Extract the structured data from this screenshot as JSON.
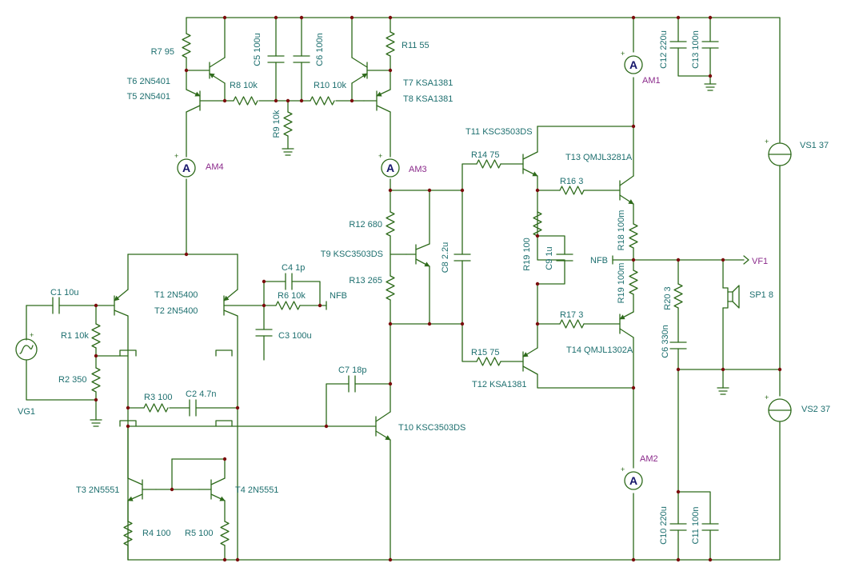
{
  "labels": {
    "R1": "R1 10k",
    "R2": "R2 350",
    "R3": "R3 100",
    "R4": "R4 100",
    "R5": "R5 100",
    "R6": "R6 10k",
    "R7": "R7 95",
    "R8": "R8 10k",
    "R9": "R9 10k",
    "R10": "R10 10k",
    "R11": "R11 55",
    "R12": "R12 680",
    "R13": "R13 265",
    "R14": "R14 75",
    "R15": "R15 75",
    "R16": "R16 3",
    "R17": "R17 3",
    "R18": "R18 100m",
    "R19a": "R19 100",
    "R19b": "R19 100m",
    "R20": "R20 3",
    "C1": "C1 10u",
    "C2": "C2 4.7n",
    "C3": "C3 100u",
    "C4": "C4 1p",
    "C5": "C5 100u",
    "C6a": "C6 100n",
    "C6b": "C6 330n",
    "C7": "C7 18p",
    "C8": "C8 2.2u",
    "C9": "C9 1u",
    "C10": "C10 220u",
    "C11": "C11 100n",
    "C12": "C12 220u",
    "C13": "C13 100n",
    "T1": "T1 2N5400",
    "T2": "T2 2N5400",
    "T3": "T3 2N5551",
    "T4": "T4 2N5551",
    "T5": "T5 2N5401",
    "T6": "T6 2N5401",
    "T7": "T7 KSA1381",
    "T8": "T8 KSA1381",
    "T9": "T9 KSC3503DS",
    "T10": "T10 KSC3503DS",
    "T11": "T11 KSC3503DS",
    "T12": "T12 KSA1381",
    "T13": "T13 QMJL3281A",
    "T14": "T14 QMJL1302A",
    "VS1": "VS1 37",
    "VS2": "VS2 37",
    "VG1": "VG1",
    "SP1": "SP1 8",
    "VF1": "VF1",
    "NFB1": "NFB",
    "NFB2": "NFB",
    "AM1": "AM1",
    "AM2": "AM2",
    "AM3": "AM3",
    "AM4": "AM4"
  },
  "meter_letter": "A",
  "colors": {
    "wire": "#2d6a1a",
    "label": "#1d6f6f",
    "ammeter_tag": "#8b2a8b",
    "junction": "#7a0c0c",
    "meter_letter": "#15156b"
  }
}
